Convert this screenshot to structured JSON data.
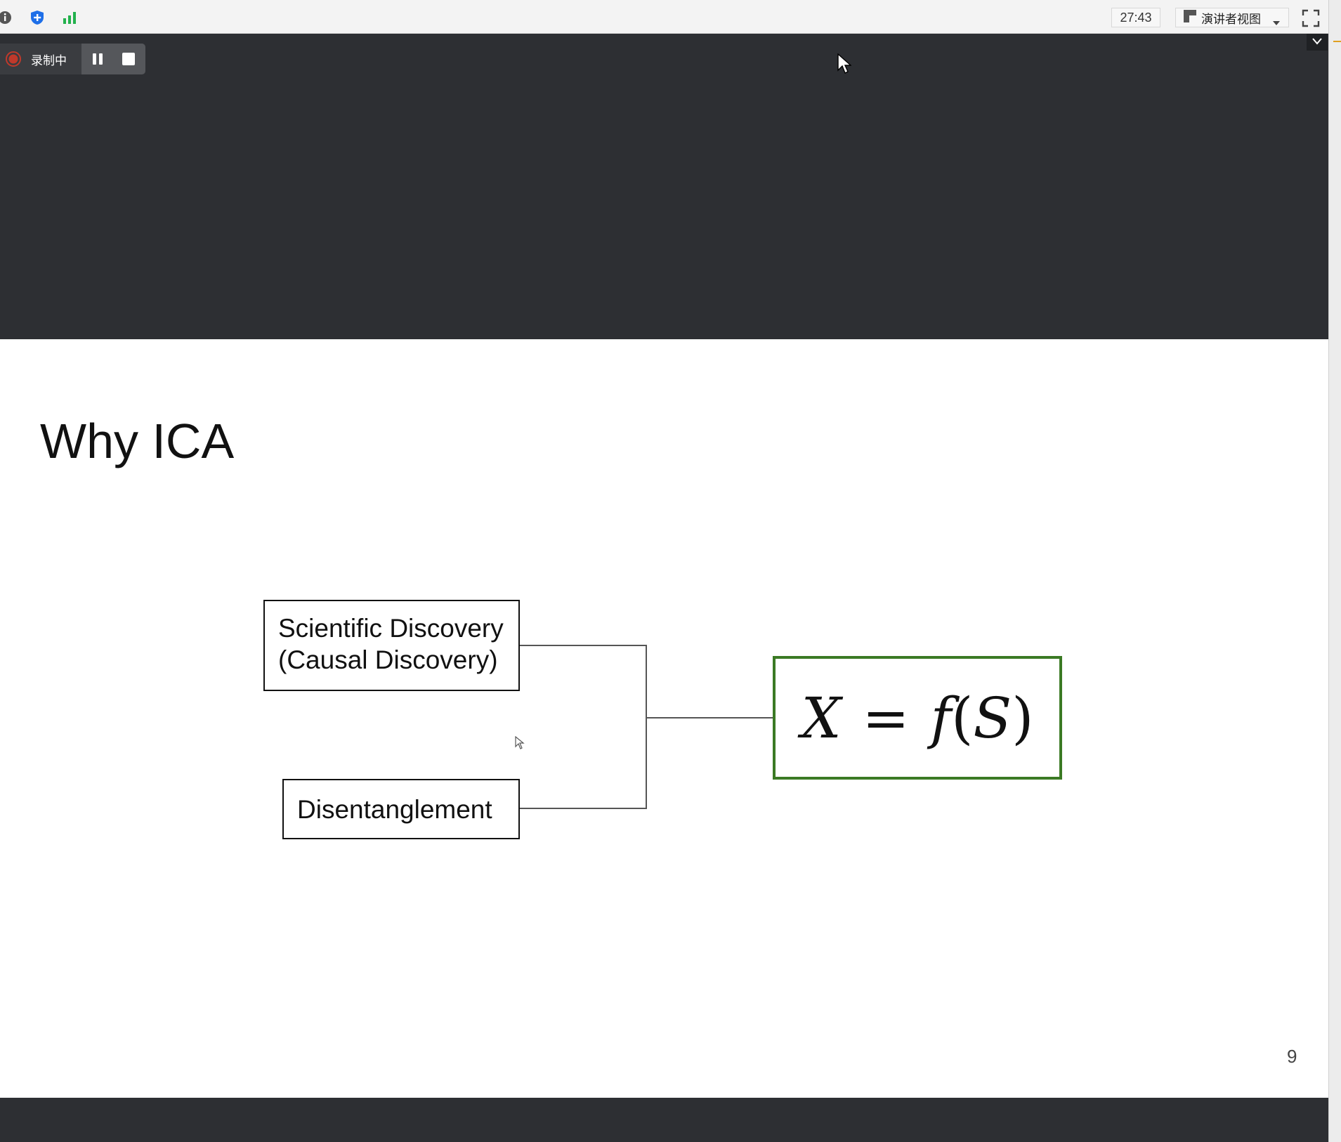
{
  "toolbar": {
    "timer": "27:43",
    "view_mode_label": "演讲者视图",
    "icons": [
      "info-icon",
      "shield-icon",
      "signal-bars-icon",
      "layout-icon",
      "caret-down-icon",
      "fullscreen-icon"
    ]
  },
  "recording": {
    "status_label": "录制中",
    "icons": [
      "record-dot-icon",
      "pause-icon",
      "stop-icon"
    ]
  },
  "colors": {
    "background_dark": "#2d2f33",
    "accent_green": "#3b7a24",
    "record_red": "#c0392b",
    "shield_blue": "#1e6fe8",
    "signal_green": "#22b14c"
  },
  "slide": {
    "title": "Why ICA",
    "box1_line1": "Scientific Discovery",
    "box1_line2": "(Causal Discovery)",
    "box2": "Disentanglement",
    "formula": {
      "lhs": "X",
      "eq": "=",
      "fn": "f",
      "open": "(",
      "arg": "S",
      "close": ")"
    },
    "page_number": "9"
  }
}
